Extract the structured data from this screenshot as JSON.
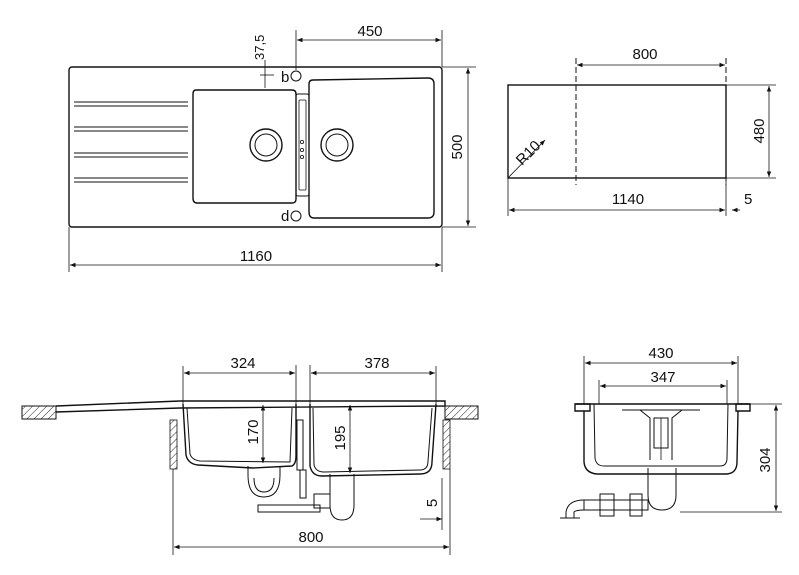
{
  "top_view": {
    "dims": {
      "offset": "37,5",
      "bowl_width": "450",
      "depth": "500",
      "overall_length": "1160"
    },
    "markers": {
      "b": "b",
      "d": "d"
    }
  },
  "cutout_view": {
    "dims": {
      "width_inner": "800",
      "depth": "480",
      "radius": "R10",
      "overall_length": "1140",
      "margin": "5"
    }
  },
  "front_section": {
    "dims": {
      "left_bowl_width": "324",
      "right_bowl_width": "378",
      "left_bowl_depth": "170",
      "right_bowl_depth": "195",
      "margin": "5",
      "overall_width": "800"
    }
  },
  "side_section": {
    "dims": {
      "outer_width": "430",
      "inner_width": "347",
      "total_height": "304"
    }
  }
}
